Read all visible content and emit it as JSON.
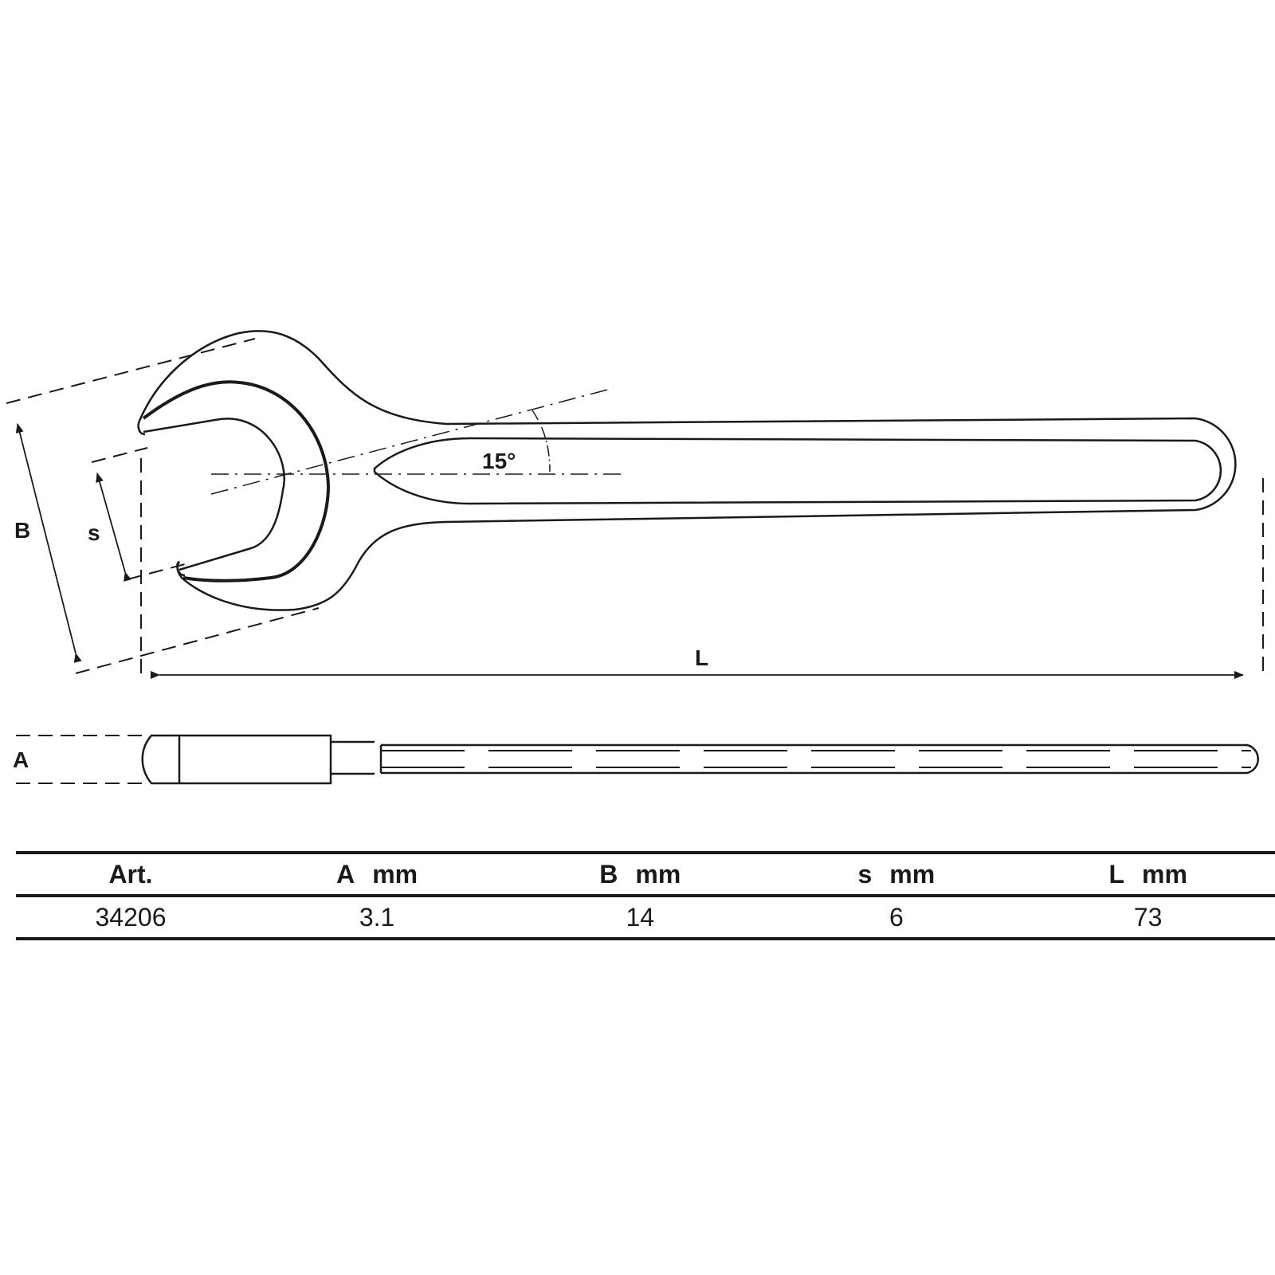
{
  "drawing": {
    "labels": {
      "B": "B",
      "s": "s",
      "L": "L",
      "A": "A",
      "angle": "15°"
    },
    "line_color": "#1a1a1a"
  },
  "table": {
    "headers": [
      {
        "key": "Art.",
        "unit": ""
      },
      {
        "key": "A",
        "unit": "mm"
      },
      {
        "key": "B",
        "unit": "mm"
      },
      {
        "key": "s",
        "unit": "mm"
      },
      {
        "key": "L",
        "unit": "mm"
      }
    ],
    "rows": [
      [
        "34206",
        "3.1",
        "14",
        "6",
        "73"
      ]
    ]
  }
}
